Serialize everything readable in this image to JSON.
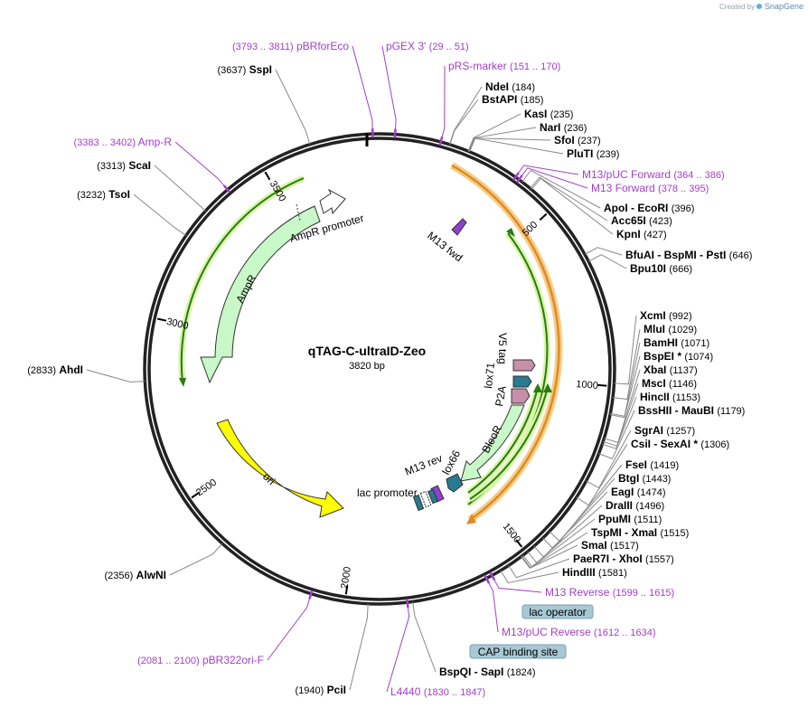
{
  "credit": {
    "created_by": "Created by",
    "brand": "SnapGene"
  },
  "plasmid": {
    "name": "qTAG-C-ultraID-Zeo",
    "size_label": "3820 bp",
    "length": 3820
  },
  "colors": {
    "primer": "#a040c8",
    "feature_green": "#c8f7c8",
    "ori_yellow": "#ffff00",
    "orange_arc": "#f0a030",
    "green_arc": "#2a8a1a",
    "lac_box": "#a8c8d4"
  },
  "ticks": [
    {
      "pos": 500,
      "label": "500"
    },
    {
      "pos": 1000,
      "label": "1000"
    },
    {
      "pos": 1500,
      "label": "1500"
    },
    {
      "pos": 2000,
      "label": "2000"
    },
    {
      "pos": 2500,
      "label": "2500"
    },
    {
      "pos": 3000,
      "label": "3000"
    },
    {
      "pos": 3500,
      "label": "3500"
    }
  ],
  "enzymes": [
    {
      "id": "ndeI",
      "name": "NdeI",
      "coord": "(184)",
      "pos": 184,
      "num_first": false
    },
    {
      "id": "bstapi",
      "name": "BstAPI",
      "coord": "(185)",
      "pos": 185,
      "num_first": false
    },
    {
      "id": "kasi",
      "name": "KasI",
      "coord": "(235)",
      "pos": 235,
      "num_first": false
    },
    {
      "id": "nari",
      "name": "NarI",
      "coord": "(236)",
      "pos": 236,
      "num_first": false
    },
    {
      "id": "sfoi",
      "name": "SfoI",
      "coord": "(237)",
      "pos": 237,
      "num_first": false
    },
    {
      "id": "pluti",
      "name": "PluTI",
      "coord": "(239)",
      "pos": 239,
      "num_first": false
    },
    {
      "id": "apoi",
      "name": "ApoI  - EcoRI",
      "coord": "(396)",
      "pos": 396,
      "num_first": false
    },
    {
      "id": "acc65i",
      "name": "Acc65I",
      "coord": "(423)",
      "pos": 423,
      "num_first": false
    },
    {
      "id": "kpni",
      "name": "KpnI",
      "coord": "(427)",
      "pos": 427,
      "num_first": false
    },
    {
      "id": "bfuai",
      "name": "BfuAI  - BspMI  - PstI",
      "coord": "(646)",
      "pos": 646,
      "num_first": false
    },
    {
      "id": "bpu10i",
      "name": "Bpu10I",
      "coord": "(666)",
      "pos": 666,
      "num_first": false
    },
    {
      "id": "xcmi",
      "name": "XcmI",
      "coord": "(992)",
      "pos": 992,
      "num_first": false
    },
    {
      "id": "mlui",
      "name": "MluI",
      "coord": "(1029)",
      "pos": 1029,
      "num_first": false
    },
    {
      "id": "bamhi",
      "name": "BamHI",
      "coord": "(1071)",
      "pos": 1071,
      "num_first": false
    },
    {
      "id": "bspei",
      "name": "BspEI *",
      "coord": "(1074)",
      "pos": 1074,
      "num_first": false
    },
    {
      "id": "xbai",
      "name": "XbaI",
      "coord": "(1137)",
      "pos": 1137,
      "num_first": false
    },
    {
      "id": "msci",
      "name": "MscI",
      "coord": "(1146)",
      "pos": 1146,
      "num_first": false
    },
    {
      "id": "hincii",
      "name": "HincII",
      "coord": "(1153)",
      "pos": 1153,
      "num_first": false
    },
    {
      "id": "bsshii",
      "name": "BssHII  - MauBI",
      "coord": "(1179)",
      "pos": 1179,
      "num_first": false
    },
    {
      "id": "sgrai",
      "name": "SgrAI",
      "coord": "(1257)",
      "pos": 1257,
      "num_first": false
    },
    {
      "id": "csii",
      "name": "CsiI  - SexAI *",
      "coord": "(1306)",
      "pos": 1306,
      "num_first": false
    },
    {
      "id": "fsei",
      "name": "FseI",
      "coord": "(1419)",
      "pos": 1419,
      "num_first": false
    },
    {
      "id": "btgi",
      "name": "BtgI",
      "coord": "(1443)",
      "pos": 1443,
      "num_first": false
    },
    {
      "id": "eagi",
      "name": "EagI",
      "coord": "(1474)",
      "pos": 1474,
      "num_first": false
    },
    {
      "id": "draiii",
      "name": "DraIII",
      "coord": "(1496)",
      "pos": 1496,
      "num_first": false
    },
    {
      "id": "ppumi",
      "name": "PpuMI",
      "coord": "(1511)",
      "pos": 1511,
      "num_first": false
    },
    {
      "id": "tspmi",
      "name": "TspMI  - XmaI",
      "coord": "(1515)",
      "pos": 1515,
      "num_first": false
    },
    {
      "id": "smai",
      "name": "SmaI",
      "coord": "(1517)",
      "pos": 1517,
      "num_first": false
    },
    {
      "id": "paer7i",
      "name": "PaeR7I  - XhoI",
      "coord": "(1557)",
      "pos": 1557,
      "num_first": false
    },
    {
      "id": "hindiii",
      "name": "HindIII",
      "coord": "(1581)",
      "pos": 1581,
      "num_first": false
    },
    {
      "id": "bspqi",
      "name": "BspQI  - SapI",
      "coord": "(1824)",
      "pos": 1824,
      "num_first": false
    },
    {
      "id": "pcii",
      "name": "PciI",
      "coord": "(1940)",
      "pos": 1940,
      "num_first": true
    },
    {
      "id": "alwni",
      "name": "AlwNI",
      "coord": "(2356)",
      "pos": 2356,
      "num_first": true
    },
    {
      "id": "ahdi",
      "name": "AhdI",
      "coord": "(2833)",
      "pos": 2833,
      "num_first": true
    },
    {
      "id": "tsoi",
      "name": "TsoI",
      "coord": "(3232)",
      "pos": 3232,
      "num_first": true
    },
    {
      "id": "scai",
      "name": "ScaI",
      "coord": "(3313)",
      "pos": 3313,
      "num_first": true
    },
    {
      "id": "sspi",
      "name": "SspI",
      "coord": "(3637)",
      "pos": 3637,
      "num_first": true
    }
  ],
  "primers": [
    {
      "id": "pbrforeco",
      "name": "pBRforEco",
      "coord": "(3793 .. 3811)",
      "pos": 3802,
      "num_first": true
    },
    {
      "id": "pgex3",
      "name": "pGEX 3'",
      "coord": "(29 .. 51)",
      "pos": 40,
      "num_first": false
    },
    {
      "id": "prsmarker",
      "name": "pRS-marker",
      "coord": "(151 .. 170)",
      "pos": 160,
      "num_first": false
    },
    {
      "id": "m13puc",
      "name": "M13/pUC Forward",
      "coord": "(364 .. 386)",
      "pos": 375,
      "num_first": false
    },
    {
      "id": "m13fwd",
      "name": "M13 Forward",
      "coord": "(378 .. 395)",
      "pos": 386,
      "num_first": false
    },
    {
      "id": "m13rev",
      "name": "M13 Reverse",
      "coord": "(1599 .. 1615)",
      "pos": 1607,
      "num_first": false
    },
    {
      "id": "m13pucrev",
      "name": "M13/pUC Reverse",
      "coord": "(1612 .. 1634)",
      "pos": 1623,
      "num_first": false
    },
    {
      "id": "l4440",
      "name": "L4440",
      "coord": "(1830 .. 1847)",
      "pos": 1838,
      "num_first": false
    },
    {
      "id": "pbr322ori",
      "name": "pBR322ori-F",
      "coord": "(2081 .. 2100)",
      "pos": 2090,
      "num_first": true
    },
    {
      "id": "ampr_primer",
      "name": "Amp-R",
      "coord": "(3383 .. 3402)",
      "pos": 3392,
      "num_first": true
    }
  ],
  "boxed_labels": [
    {
      "id": "lac_operator",
      "text": "lac operator"
    },
    {
      "id": "cap_site",
      "text": "CAP binding site"
    }
  ],
  "features": {
    "ampr": "AmpR",
    "ampr_promoter": "AmpR promoter",
    "ori": "ori",
    "bleor": "BleoR",
    "p2a": "P2A",
    "lox71": "lox71",
    "v5tag": "V5 tag",
    "lox66": "lox66",
    "m13rev": "M13 rev",
    "m13fwd": "M13 fwd",
    "lac_promoter": "lac promoter"
  }
}
